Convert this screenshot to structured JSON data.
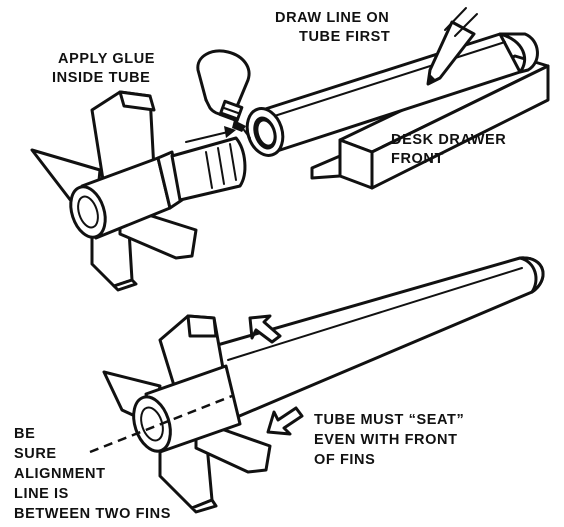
{
  "labels": {
    "draw_line_1": "DRAW LINE ON",
    "draw_line_2": "TUBE FIRST",
    "apply_glue_1": "APPLY GLUE",
    "apply_glue_2": "INSIDE TUBE",
    "desk_drawer_1": "DESK DRAWER",
    "desk_drawer_2": "FRONT",
    "be_sure_1": "BE",
    "be_sure_2": "SURE",
    "be_sure_3": "ALIGNMENT",
    "be_sure_4": "LINE IS",
    "be_sure_5": "BETWEEN TWO FINS",
    "tube_seat_1": "TUBE MUST “SEAT”",
    "tube_seat_2": "EVEN WITH FRONT",
    "tube_seat_3": "OF FINS"
  },
  "icons": [
    "pencil-icon",
    "glue-bottle-icon",
    "arrow-icon"
  ],
  "colors": {
    "ink": "#111111",
    "paper": "#ffffff"
  }
}
